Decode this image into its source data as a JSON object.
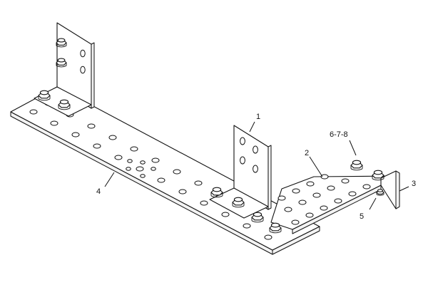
{
  "diagram": {
    "callouts": {
      "c1": "1",
      "c2": "2",
      "c3": "3",
      "c4": "4",
      "c5": "5",
      "c678": "6-7-8"
    },
    "parts": [
      {
        "ref": "1",
        "kind": "angle-bracket"
      },
      {
        "ref": "2",
        "kind": "perforated-strip"
      },
      {
        "ref": "3",
        "kind": "angle-bracket"
      },
      {
        "ref": "4",
        "kind": "perforated-strip"
      },
      {
        "ref": "5",
        "kind": "bolt"
      },
      {
        "ref": "6-7-8",
        "kind": "bolt-nut-washer"
      }
    ]
  }
}
